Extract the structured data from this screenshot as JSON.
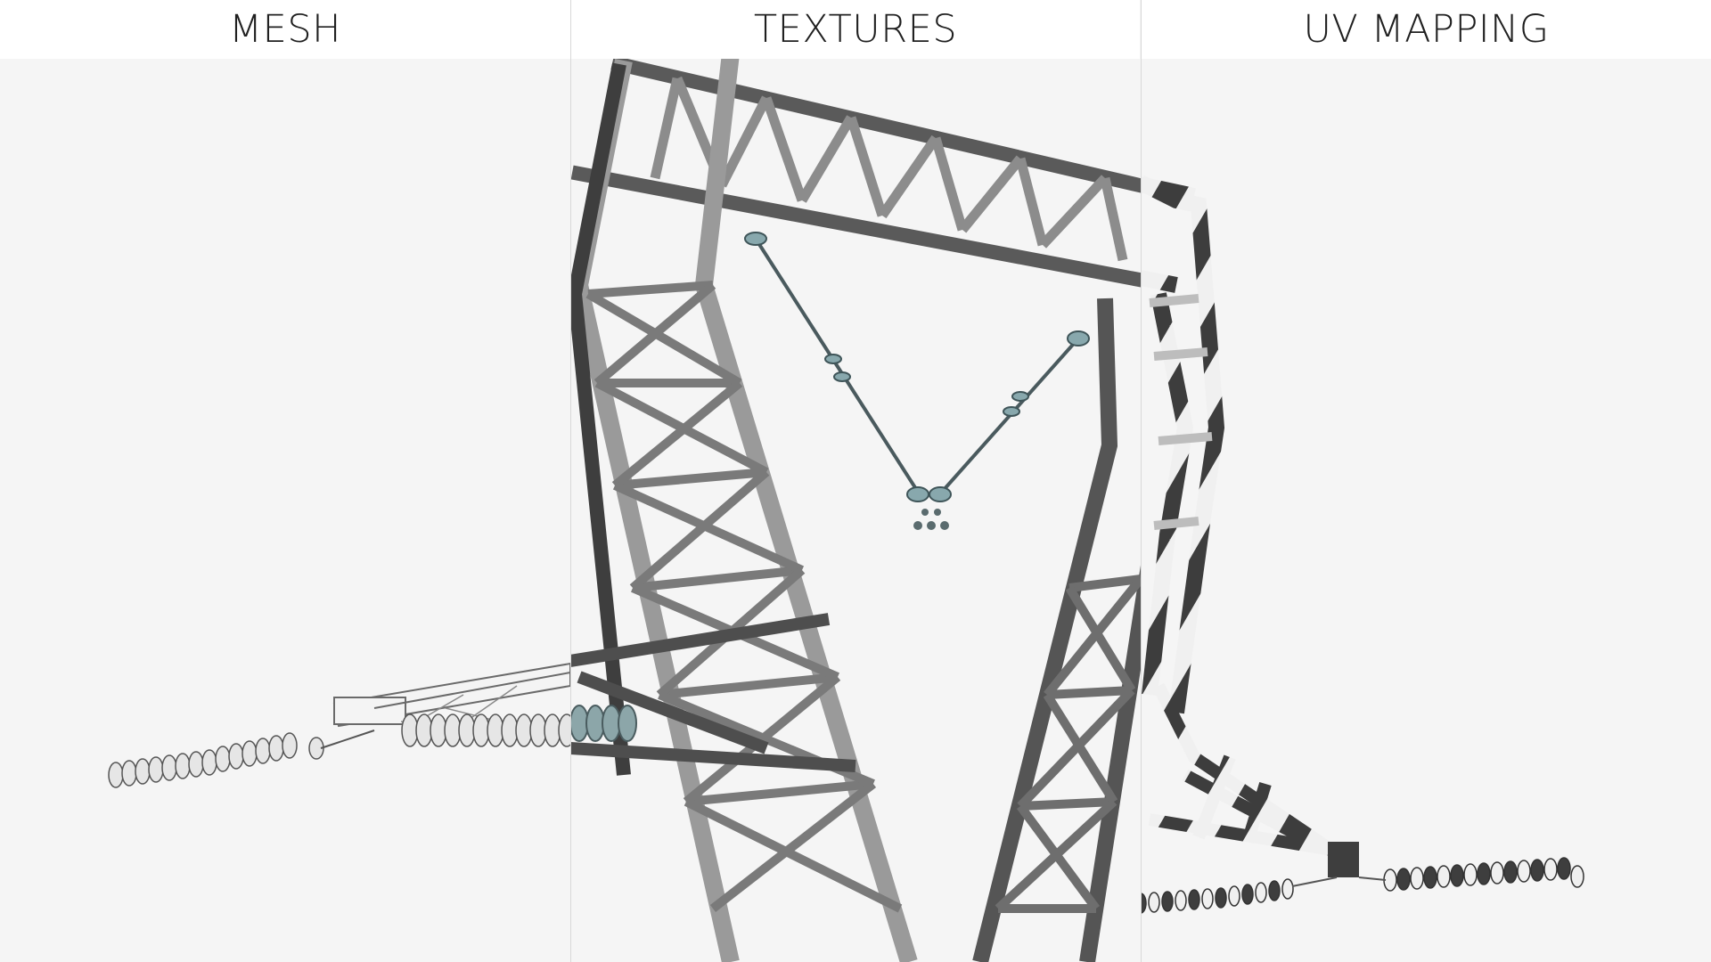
{
  "panels": {
    "mesh": {
      "label": "MESH"
    },
    "textures": {
      "label": "TEXTURES"
    },
    "uv_mapping": {
      "label": "UV MAPPING"
    }
  },
  "colors": {
    "background": "#f5f5f5",
    "header_bg": "#ffffff",
    "steel_light": "#bdbdbd",
    "steel_mid": "#8a8a8a",
    "steel_dark": "#4a4a4a",
    "insulator_glass": "#7fa3a8",
    "uv_white": "#eeeeee",
    "uv_dark": "#3a3a3a"
  }
}
